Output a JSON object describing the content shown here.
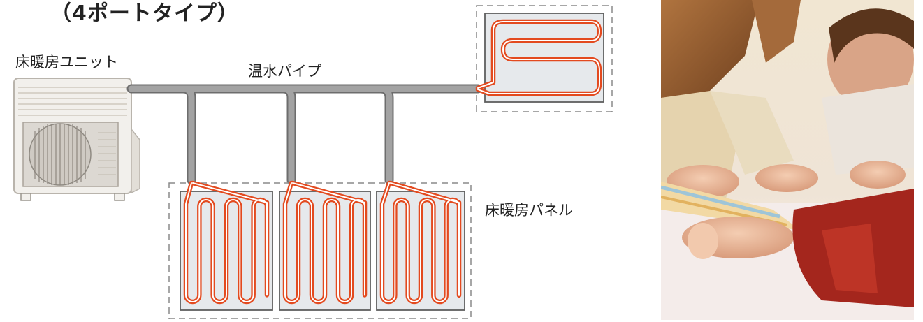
{
  "title": "（4ポートタイプ）",
  "labels": {
    "unit": "床暖房ユニット",
    "pipe": "温水パイプ",
    "panel": "床暖房パネル"
  },
  "colors": {
    "pipe": "#9b9b9b",
    "pipe_outline": "#6d6d6d",
    "heating_tube": "#e34a1f",
    "panel_fill": "#e6e9ec",
    "unit_body": "#f2f0ec"
  }
}
